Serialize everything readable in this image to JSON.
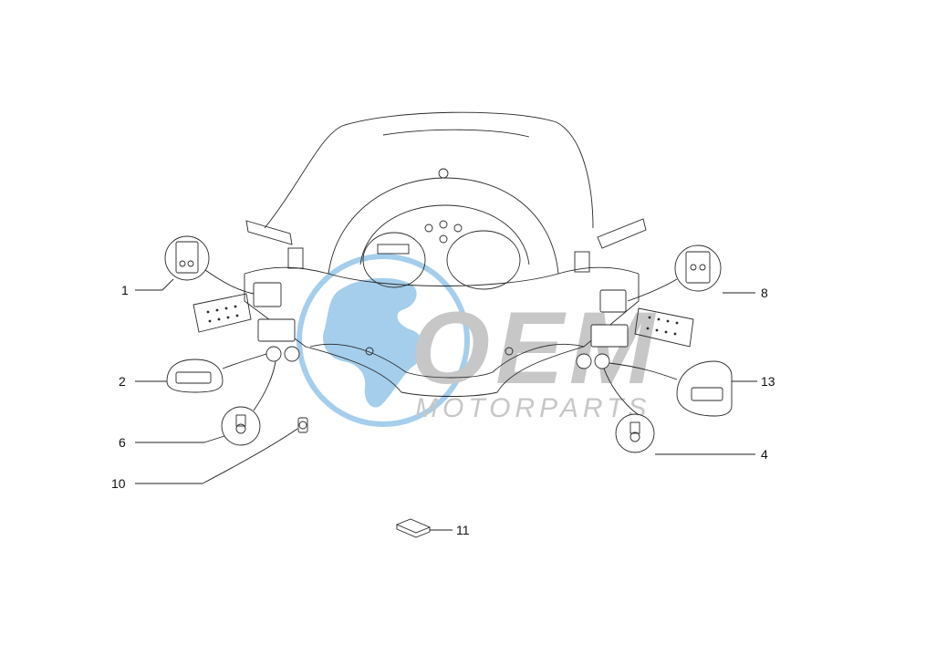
{
  "watermark": {
    "brand_big": "OEM",
    "brand_small": "MOTORPARTS",
    "globe_color": "#5aa7de",
    "text_color": "#9a9a9a"
  },
  "callouts": [
    {
      "id": "1",
      "label": "1"
    },
    {
      "id": "2",
      "label": "2"
    },
    {
      "id": "6",
      "label": "6"
    },
    {
      "id": "10",
      "label": "10"
    },
    {
      "id": "11",
      "label": "11"
    },
    {
      "id": "8",
      "label": "8"
    },
    {
      "id": "13",
      "label": "13"
    },
    {
      "id": "4",
      "label": "4"
    }
  ]
}
